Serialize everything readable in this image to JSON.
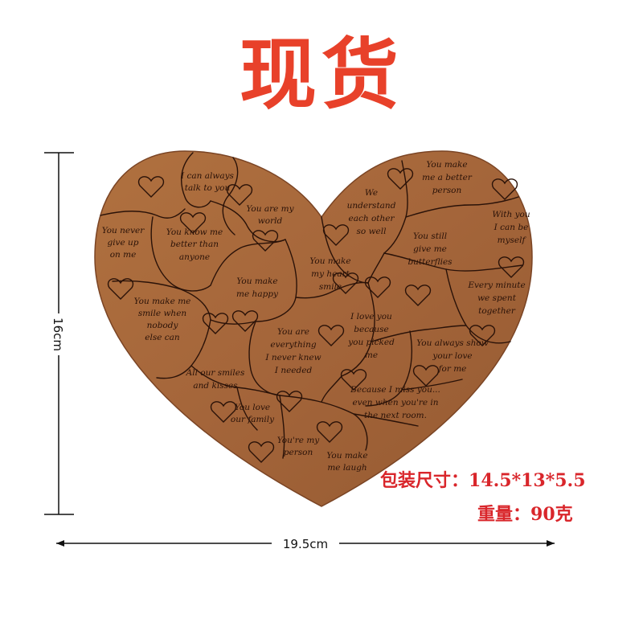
{
  "title": "现货",
  "colors": {
    "title": "#e8412a",
    "wood": "#a4653a",
    "wood_dark": "#8e532c",
    "engrave": "#2a1208",
    "info": "#d9262b"
  },
  "dimensions": {
    "height": "16cm",
    "width": "19.5cm"
  },
  "package": {
    "label": "包装尺寸：",
    "value": "14.5*13*5.5"
  },
  "weight": {
    "label": "重量：",
    "value": "90克"
  },
  "messages": [
    {
      "lines": [
        "I can always",
        "talk to you"
      ]
    },
    {
      "lines": [
        "You are my",
        "world"
      ]
    },
    {
      "lines": [
        "You never",
        "give up",
        "on me"
      ]
    },
    {
      "lines": [
        "You know me",
        "better than",
        "anyone"
      ]
    },
    {
      "lines": [
        "You make",
        "me happy"
      ]
    },
    {
      "lines": [
        "You make me",
        "smile when",
        "nobody",
        "else can"
      ]
    },
    {
      "lines": [
        "All our smiles",
        "and kisses"
      ]
    },
    {
      "lines": [
        "You love",
        "our family"
      ]
    },
    {
      "lines": [
        "You're my",
        "person"
      ]
    },
    {
      "lines": [
        "You make",
        "me laugh"
      ]
    },
    {
      "lines": [
        "You are",
        "everything",
        "I never knew",
        "I needed"
      ]
    },
    {
      "lines": [
        "You make",
        "my heart",
        "smile"
      ]
    },
    {
      "lines": [
        "We",
        "understand",
        "each other",
        "so well"
      ]
    },
    {
      "lines": [
        "You make",
        "me a better",
        "person"
      ]
    },
    {
      "lines": [
        "With you",
        "I can be",
        "myself"
      ]
    },
    {
      "lines": [
        "You still",
        "give me",
        "butterflies"
      ]
    },
    {
      "lines": [
        "Every minute",
        "we spent",
        "together"
      ]
    },
    {
      "lines": [
        "I love you",
        "because",
        "you picked",
        "me"
      ]
    },
    {
      "lines": [
        "You always show",
        "your love",
        "for me"
      ]
    },
    {
      "lines": [
        "Because I miss you...",
        "even when you're in",
        "the next room."
      ]
    }
  ]
}
